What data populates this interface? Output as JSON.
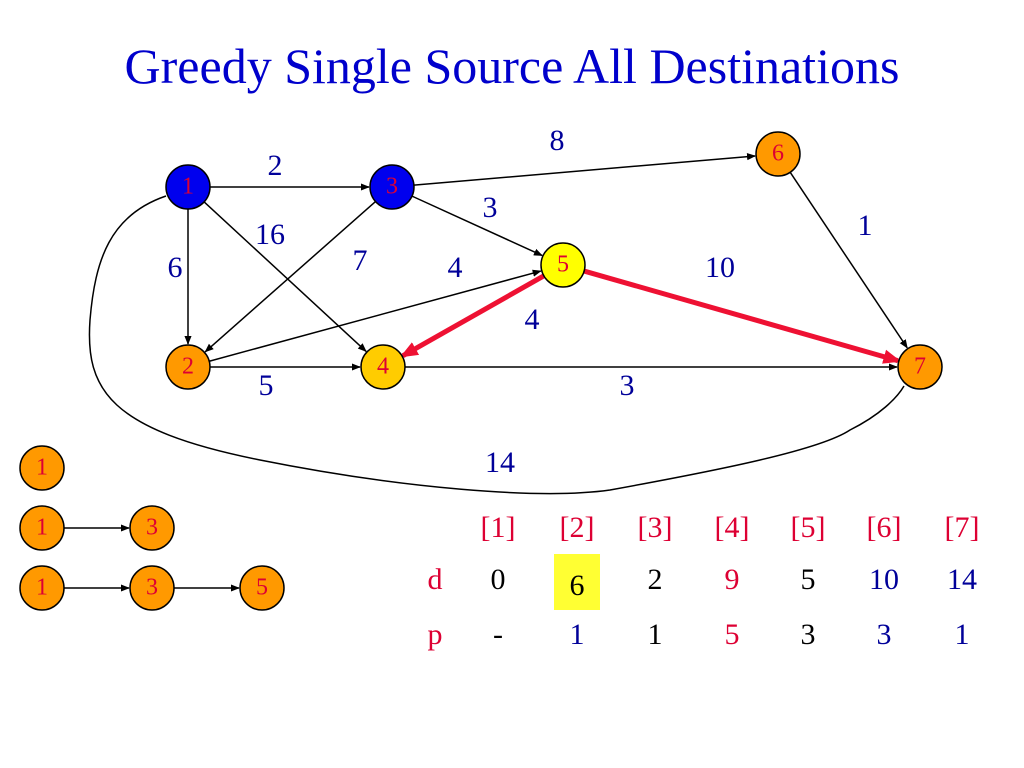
{
  "title": "Greedy Single Source All Destinations",
  "colors": {
    "blue_node": "#0000ee",
    "orange_node": "#ff9900",
    "gold_node": "#ffcc00",
    "yellow_node": "#ffff00",
    "red_edge": "#ee1133",
    "edge": "#000000",
    "weight_text": "#000099",
    "red_text": "#dd0033",
    "highlight": "#ffff33"
  },
  "graph": {
    "nodes": [
      {
        "id": "1",
        "label": "1",
        "fill": "blue"
      },
      {
        "id": "2",
        "label": "2",
        "fill": "orange"
      },
      {
        "id": "3",
        "label": "3",
        "fill": "blue"
      },
      {
        "id": "4",
        "label": "4",
        "fill": "gold"
      },
      {
        "id": "5",
        "label": "5",
        "fill": "yellow"
      },
      {
        "id": "6",
        "label": "6",
        "fill": "orange"
      },
      {
        "id": "7",
        "label": "7",
        "fill": "orange"
      }
    ],
    "edges": [
      {
        "from": "1",
        "to": "3",
        "weight": "2",
        "highlight": false
      },
      {
        "from": "1",
        "to": "2",
        "weight": "6",
        "highlight": false
      },
      {
        "from": "1",
        "to": "4",
        "weight": "16",
        "highlight": false
      },
      {
        "from": "3",
        "to": "6",
        "weight": "8",
        "highlight": false
      },
      {
        "from": "3",
        "to": "5",
        "weight": "3",
        "highlight": false
      },
      {
        "from": "3",
        "to": "2",
        "weight": "7",
        "highlight": false
      },
      {
        "from": "2",
        "to": "5",
        "weight": "4",
        "highlight": false
      },
      {
        "from": "2",
        "to": "4",
        "weight": "5",
        "highlight": false
      },
      {
        "from": "5",
        "to": "4",
        "weight": "4",
        "highlight": true
      },
      {
        "from": "5",
        "to": "7",
        "weight": "10",
        "highlight": true
      },
      {
        "from": "6",
        "to": "7",
        "weight": "1",
        "highlight": false
      },
      {
        "from": "4",
        "to": "7",
        "weight": "3",
        "highlight": false
      },
      {
        "from": "1",
        "to": "7",
        "weight": "14",
        "highlight": false
      }
    ]
  },
  "paths": [
    [
      "1"
    ],
    [
      "1",
      "3"
    ],
    [
      "1",
      "3",
      "5"
    ]
  ],
  "table": {
    "headers": [
      "[1]",
      "[2]",
      "[3]",
      "[4]",
      "[5]",
      "[6]",
      "[7]"
    ],
    "rows": [
      {
        "label": "d",
        "values": [
          "0",
          "6",
          "2",
          "9",
          "5",
          "10",
          "14"
        ],
        "colors": [
          "black",
          "black",
          "black",
          "red",
          "black",
          "blue",
          "blue"
        ],
        "highlighted_index": 1
      },
      {
        "label": "p",
        "values": [
          "-",
          "1",
          "1",
          "5",
          "3",
          "3",
          "1"
        ],
        "colors": [
          "black",
          "blue",
          "black",
          "red",
          "black",
          "blue",
          "blue"
        ]
      }
    ]
  }
}
